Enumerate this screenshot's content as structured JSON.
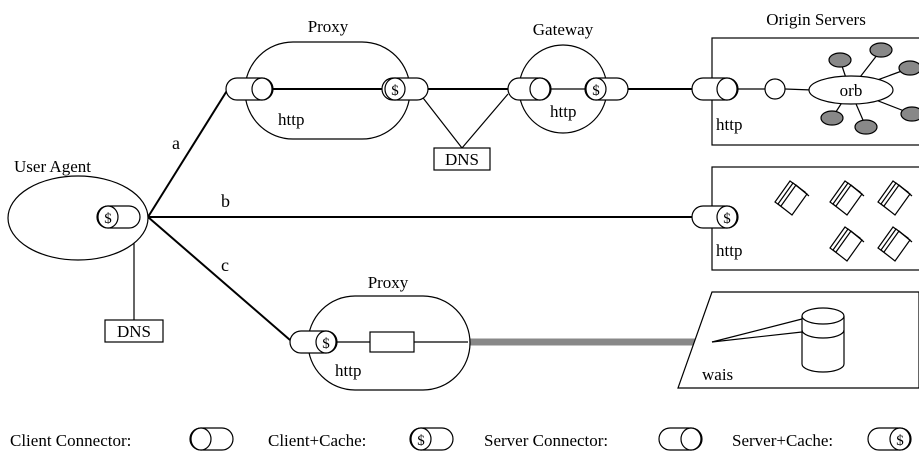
{
  "labels": {
    "user_agent": "User Agent",
    "proxy_top": "Proxy",
    "gateway": "Gateway",
    "origin_servers": "Origin Servers",
    "proxy_bottom": "Proxy",
    "dns_top": "DNS",
    "dns_left": "DNS",
    "link_a": "a",
    "link_b": "b",
    "link_c": "c",
    "proxy_top_protocol": "http",
    "gateway_protocol": "http",
    "origin_protocol": "http",
    "files_protocol": "http",
    "proxy_bottom_protocol": "http",
    "wais_protocol": "wais",
    "orb": "orb",
    "cache_symbol": "$"
  },
  "legend": {
    "client_connector": "Client Connector:",
    "client_cache": "Client+Cache:",
    "server_connector": "Server Connector:",
    "server_cache": "Server+Cache:"
  },
  "colors": {
    "line": "#000000",
    "wais_link": "#888888",
    "orb_node": "#888888"
  }
}
